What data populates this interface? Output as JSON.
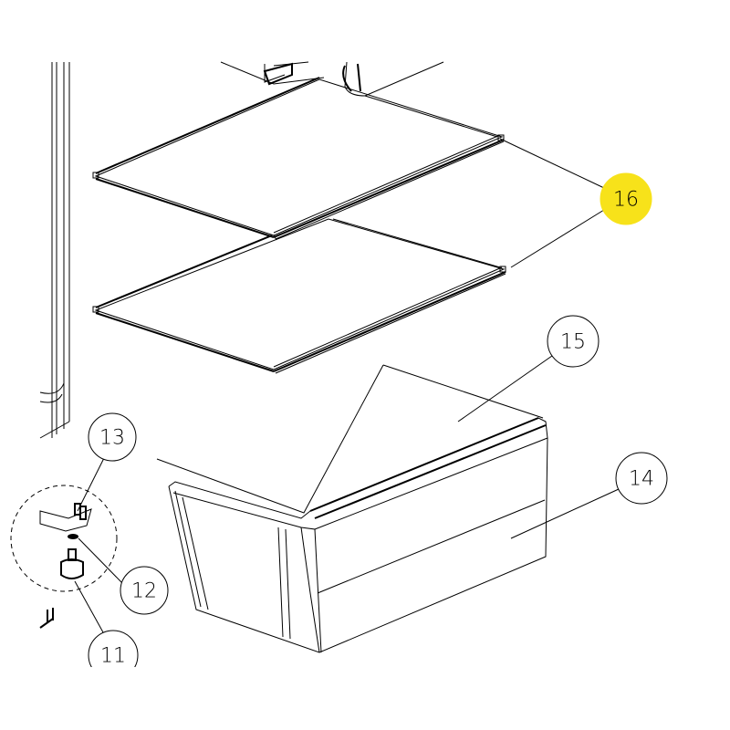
{
  "diagram": {
    "highlight_color": "#f7e21a",
    "callouts": [
      {
        "id": "callout-16",
        "label": "16",
        "highlighted": true
      },
      {
        "id": "callout-15",
        "label": "15",
        "highlighted": false
      },
      {
        "id": "callout-14",
        "label": "14",
        "highlighted": false
      },
      {
        "id": "callout-13",
        "label": "13",
        "highlighted": false
      },
      {
        "id": "callout-12",
        "label": "12",
        "highlighted": false
      },
      {
        "id": "callout-11",
        "label": "11",
        "highlighted": false
      }
    ]
  }
}
